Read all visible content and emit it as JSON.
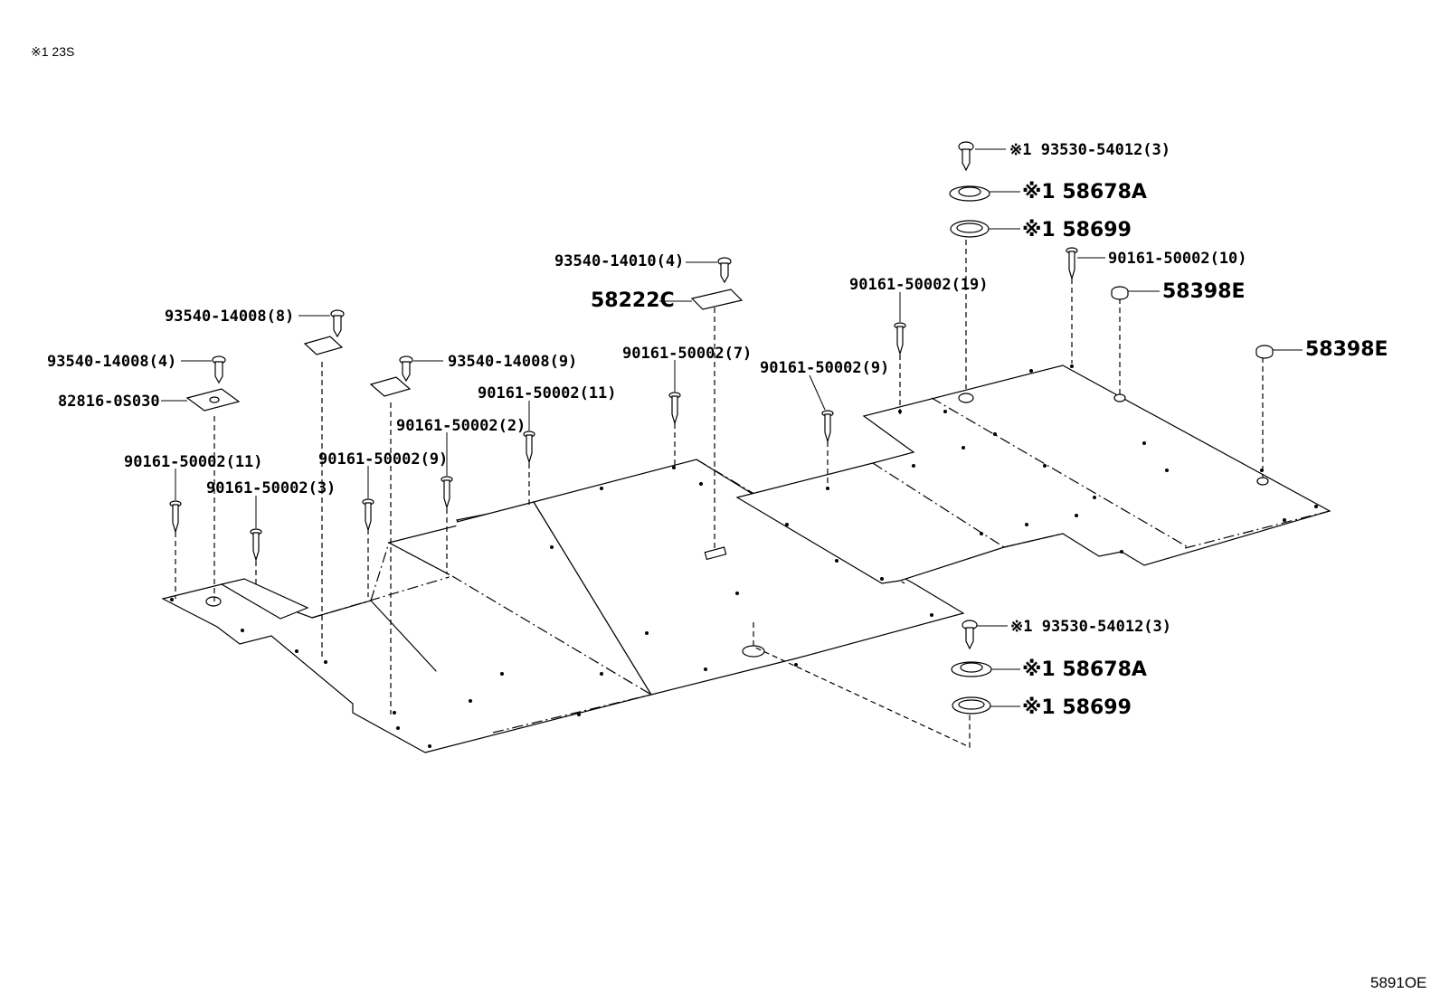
{
  "header_note": "※1 23S",
  "diagram_code": "5891OE",
  "callouts": [
    {
      "id": "c1",
      "text": "93540-14008(8)"
    },
    {
      "id": "c2",
      "text": "93540-14008(4)"
    },
    {
      "id": "c3",
      "text": "82816-0S030"
    },
    {
      "id": "c4",
      "text": "93540-14008(9)"
    },
    {
      "id": "c5",
      "text": "90161-50002(11)"
    },
    {
      "id": "c6",
      "text": "90161-50002(3)"
    },
    {
      "id": "c7",
      "text": "90161-50002(9)"
    },
    {
      "id": "c8",
      "text": "90161-50002(2)"
    },
    {
      "id": "c9",
      "text": "90161-50002(11)"
    },
    {
      "id": "c10",
      "text": "93540-14010(4)"
    },
    {
      "id": "c11",
      "text": "58222C"
    },
    {
      "id": "c12",
      "text": "90161-50002(7)"
    },
    {
      "id": "c13",
      "text": "90161-50002(9)"
    },
    {
      "id": "c14",
      "text": "90161-50002(19)"
    },
    {
      "id": "c15",
      "text": "※1 93530-54012(3)"
    },
    {
      "id": "c16",
      "text": "※1 58678A"
    },
    {
      "id": "c17",
      "text": "※1 58699"
    },
    {
      "id": "c18",
      "text": "90161-50002(10)"
    },
    {
      "id": "c19",
      "text": "58398E"
    },
    {
      "id": "c20",
      "text": "58398E"
    },
    {
      "id": "c21",
      "text": "※1 93530-54012(3)"
    },
    {
      "id": "c22",
      "text": "※1 58678A"
    },
    {
      "id": "c23",
      "text": "※1 58699"
    }
  ]
}
